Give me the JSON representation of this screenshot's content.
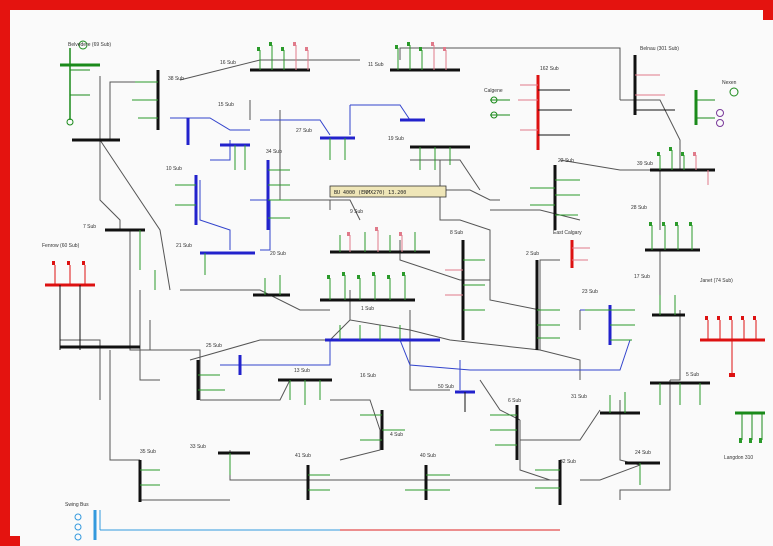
{
  "diagram": {
    "colors": {
      "frame": "#e4130f",
      "background": "#fafafa",
      "bus_default": "#111111",
      "bus_blue": "#2222cc",
      "bus_red": "#dd1111",
      "bus_green": "#1a8a1a",
      "bus_cyan": "#3399dd",
      "line_default": "#555555",
      "line_blue": "#3344cc",
      "line_red": "#dd2222",
      "load_green": "#2a9a2a",
      "load_pink": "#e07a8a"
    },
    "substations": [
      {
        "id": "belvedere",
        "label": "Belvedere (69 Sub)",
        "color": "green"
      },
      {
        "id": "s38",
        "label": "38 Sub",
        "color": "black"
      },
      {
        "id": "s16",
        "label": "16 Sub",
        "color": "black"
      },
      {
        "id": "s11",
        "label": "11 Sub",
        "color": "black"
      },
      {
        "id": "s162",
        "label": "162 Sub",
        "color": "red"
      },
      {
        "id": "belnau",
        "label": "Belnau (301 Sub)",
        "color": "black"
      },
      {
        "id": "nexen",
        "label": "Nexen",
        "color": "green"
      },
      {
        "id": "calgene",
        "label": "Calgene",
        "color": "green"
      },
      {
        "id": "s15",
        "label": "15 Sub",
        "color": "blue"
      },
      {
        "id": "s27",
        "label": "27 Sub",
        "color": "blue"
      },
      {
        "id": "s19",
        "label": "19 Sub",
        "color": "blue"
      },
      {
        "id": "s34",
        "label": "34 Sub",
        "color": "blue"
      },
      {
        "id": "s10",
        "label": "10 Sub",
        "color": "blue"
      },
      {
        "id": "s22",
        "label": "22 Sub",
        "color": "black"
      },
      {
        "id": "s39",
        "label": "39 Sub",
        "color": "black"
      },
      {
        "id": "s28",
        "label": "28 Sub",
        "color": "black"
      },
      {
        "id": "s7",
        "label": "7 Sub",
        "color": "black"
      },
      {
        "id": "s9",
        "label": "9 Sub",
        "color": "black"
      },
      {
        "id": "s8",
        "label": "8 Sub",
        "color": "black"
      },
      {
        "id": "east_calgary",
        "label": "East Calgary",
        "color": "red"
      },
      {
        "id": "s2",
        "label": "2 Sub",
        "color": "black"
      },
      {
        "id": "s21",
        "label": "21 Sub",
        "color": "blue"
      },
      {
        "id": "s20",
        "label": "20 Sub",
        "color": "black"
      },
      {
        "id": "fenrow",
        "label": "Fenrow (60 Sub)",
        "color": "red"
      },
      {
        "id": "s1",
        "label": "1 Sub",
        "color": "black"
      },
      {
        "id": "s23",
        "label": "23 Sub",
        "color": "blue"
      },
      {
        "id": "s17",
        "label": "17 Sub",
        "color": "black"
      },
      {
        "id": "janet",
        "label": "Janet (74 Sub)",
        "color": "red"
      },
      {
        "id": "s25",
        "label": "25 Sub",
        "color": "blue"
      },
      {
        "id": "s13",
        "label": "13 Sub",
        "color": "black"
      },
      {
        "id": "s16b",
        "label": "16 Sub",
        "color": "blue"
      },
      {
        "id": "s4",
        "label": "4 Sub",
        "color": "black"
      },
      {
        "id": "s50",
        "label": "50 Sub",
        "color": "blue"
      },
      {
        "id": "s6",
        "label": "6 Sub",
        "color": "black"
      },
      {
        "id": "s31",
        "label": "31 Sub",
        "color": "black"
      },
      {
        "id": "s5",
        "label": "5 Sub",
        "color": "black"
      },
      {
        "id": "s35",
        "label": "35 Sub",
        "color": "black"
      },
      {
        "id": "s33",
        "label": "33 Sub",
        "color": "black"
      },
      {
        "id": "s41",
        "label": "41 Sub",
        "color": "black"
      },
      {
        "id": "s40",
        "label": "40 Sub",
        "color": "black"
      },
      {
        "id": "s32",
        "label": "32 Sub",
        "color": "black"
      },
      {
        "id": "s24",
        "label": "24 Sub",
        "color": "black"
      },
      {
        "id": "langdon",
        "label": "Langdon 310",
        "color": "green"
      },
      {
        "id": "swing_bus",
        "label": "Swing Bus",
        "color": "cyan"
      }
    ],
    "tooltip": {
      "text": "BU 4000 (ENMX270)   13.200"
    }
  }
}
